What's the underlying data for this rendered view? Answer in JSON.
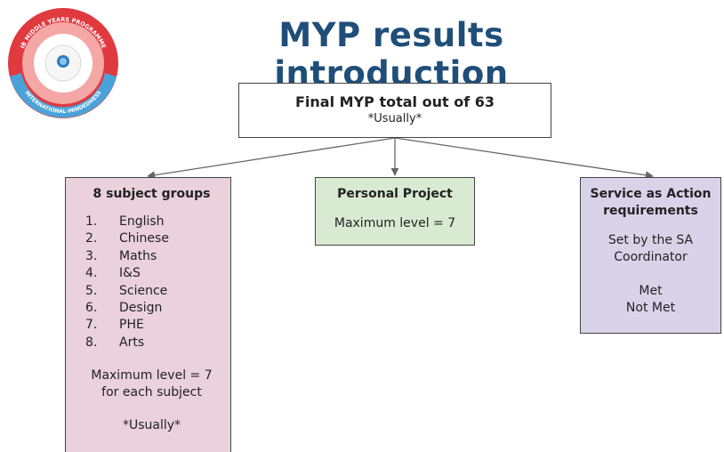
{
  "slide": {
    "title": "MYP results introduction"
  },
  "logo": {
    "ring_top_text": "IB MIDDLE YEARS PROGRAMME",
    "ring_bottom_text": "INTERNATIONAL-MINDEDNESS",
    "colors": {
      "outer_red": "#e0393e",
      "outer_blue": "#4aa3d8",
      "inner_pink": "#f4a7a4",
      "inner_core": "#ffffff",
      "globe": "#2b7bbf"
    }
  },
  "top_box": {
    "heading": "Final MYP total out of 63",
    "sub": "*Usually*"
  },
  "subjects": {
    "heading": "8 subject groups",
    "items": [
      {
        "num": "1.",
        "label": "English"
      },
      {
        "num": "2.",
        "label": "Chinese"
      },
      {
        "num": "3.",
        "label": "Maths"
      },
      {
        "num": "4.",
        "label": "I&S"
      },
      {
        "num": "5.",
        "label": "Science"
      },
      {
        "num": "6.",
        "label": "Design"
      },
      {
        "num": "7.",
        "label": "PHE"
      },
      {
        "num": "8.",
        "label": "Arts"
      }
    ],
    "max_line1": "Maximum level = 7",
    "max_line2": "for each subject",
    "note": "*Usually*"
  },
  "project": {
    "heading": "Personal Project",
    "max": "Maximum level = 7"
  },
  "service": {
    "heading_line1": "Service as Action",
    "heading_line2": "requirements",
    "set_line1": "Set by the SA",
    "set_line2": "Coordinator",
    "met": "Met",
    "not_met": "Not Met"
  },
  "colors": {
    "title": "#1f4e79",
    "subjects_fill": "#ead1dc",
    "project_fill": "#d9ead3",
    "service_fill": "#d9d2e9",
    "connector": "#666666"
  }
}
